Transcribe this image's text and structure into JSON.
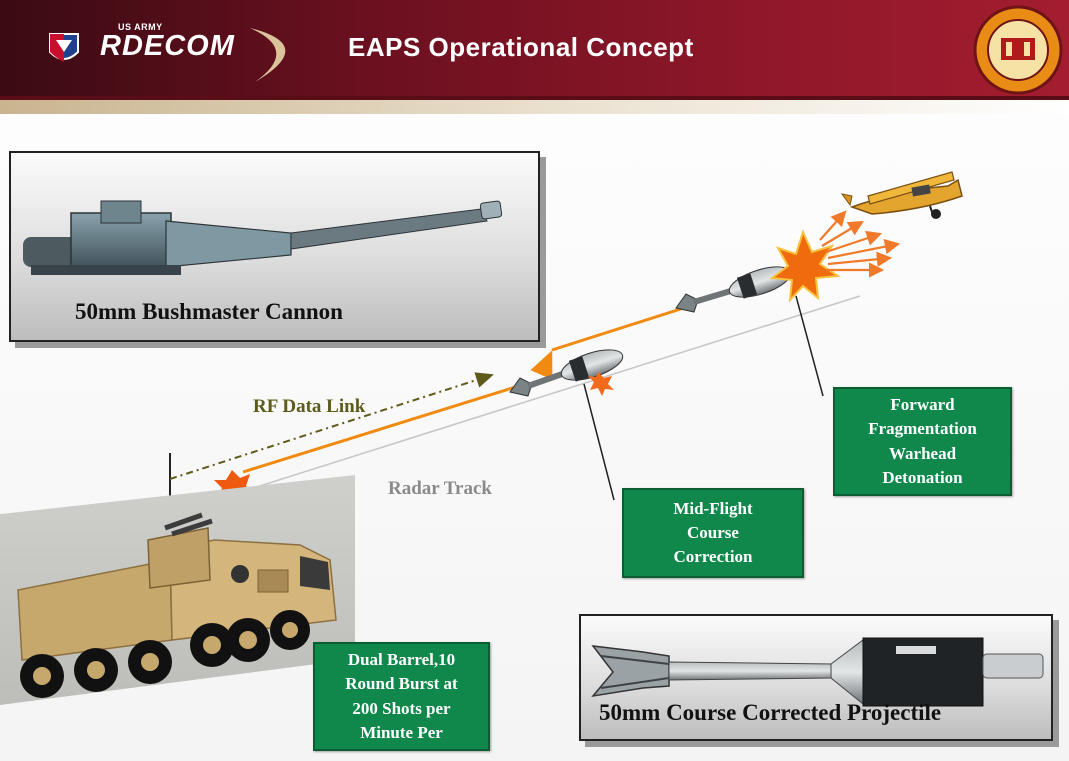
{
  "header": {
    "org_top": "US ARMY",
    "org_name": "RDECOM",
    "title": "EAPS Operational Concept"
  },
  "panels": {
    "cannon": "50mm Bushmaster Cannon",
    "projectile": "50mm Course Corrected Projectile"
  },
  "callouts": {
    "forward_frag": [
      "Forward",
      "Fragmentation",
      "Warhead",
      "Detonation"
    ],
    "mid_flight": [
      "Mid-Flight",
      "Course",
      "Correction"
    ],
    "dual_barrel": [
      "Dual Barrel,10",
      "Round Burst at",
      "200 Shots per",
      "Minute Per"
    ]
  },
  "labels": {
    "rf_link": "RF Data Link",
    "radar_track": "Radar Track"
  },
  "colors": {
    "header_dark": "#3a0b12",
    "header_red": "#a31d2f",
    "callout_green": "#10884c",
    "trajectory_orange": "#f08a10",
    "rf_label": "#5e5a1a",
    "radar_label": "#8a8a8a",
    "vehicle_tan": "#c7a86c"
  }
}
